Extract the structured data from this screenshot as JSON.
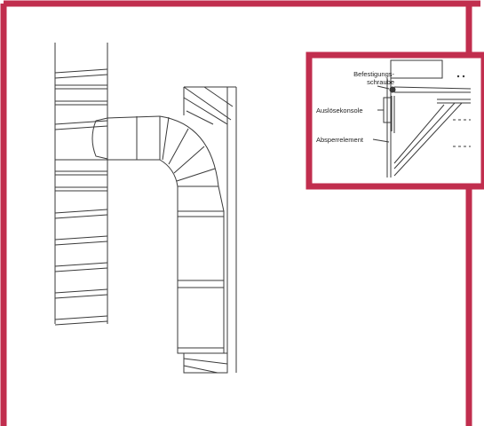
{
  "detail_labels": {
    "befestigungsschraube_line1": "Befestigungs-",
    "befestigungsschraube_line2": "schraube",
    "ausloesekonsole": "Auslösekonsole",
    "absperrelement": "Absperrelement"
  },
  "colors": {
    "frame": "#c12e4e",
    "line": "#3a3a3a",
    "background": "#ffffff"
  }
}
